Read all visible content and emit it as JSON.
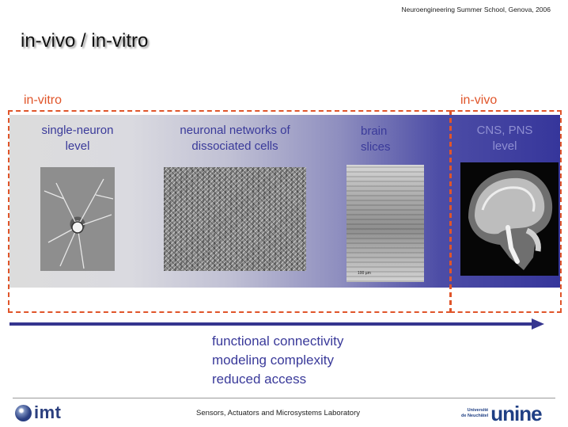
{
  "header": {
    "note": "Neuroengineering Summer School, Genova, 2006",
    "title": "in-vivo / in-vitro"
  },
  "regions": {
    "in_vitro_label": "in-vitro",
    "in_vivo_label": "in-vivo"
  },
  "categories": [
    {
      "line1": "single-neuron",
      "line2": "level"
    },
    {
      "line1": "neuronal networks of",
      "line2": "dissociated cells"
    },
    {
      "line1": "brain",
      "line2": "slices"
    },
    {
      "line1": "CNS, PNS",
      "line2": "level"
    }
  ],
  "images": {
    "slice_scale": "100 µm"
  },
  "gradient_colors": {
    "start": "#dcdcdc",
    "end": "#36369b"
  },
  "accent_color": "#e0552a",
  "text_color": "#3a3a9a",
  "properties": [
    "functional connectivity",
    "modeling complexity",
    "reduced access"
  ],
  "footer": {
    "lab": "Sensors, Actuators and Microsystems Laboratory",
    "logo_left": "imt",
    "logo_right_small_1": "Université",
    "logo_right_small_2": "de Neuchâtel",
    "logo_right_word": "unine"
  }
}
